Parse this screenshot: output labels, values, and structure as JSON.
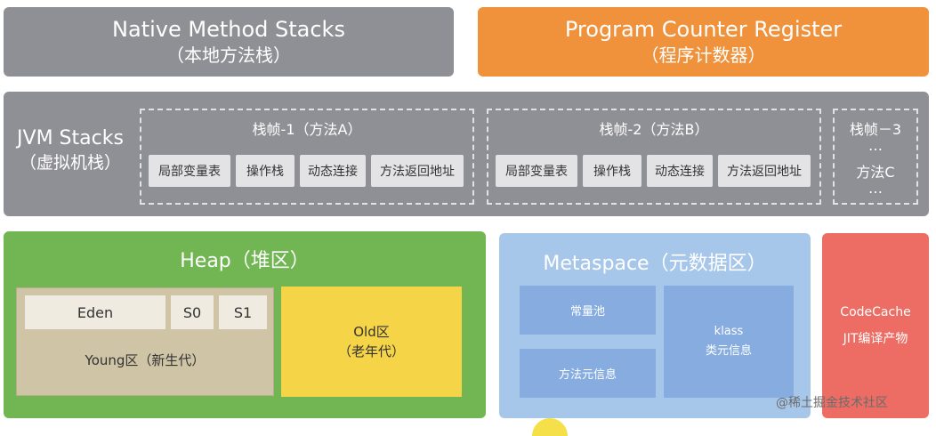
{
  "native": {
    "title": "Native Method Stacks",
    "subtitle": "（本地方法栈）"
  },
  "pcr": {
    "title": "Program Counter Register",
    "subtitle": "（程序计数器）"
  },
  "jvm": {
    "title": "JVM Stacks",
    "subtitle": "（虚拟机栈）",
    "frames": [
      {
        "title": "栈帧-1（方法A）",
        "items": [
          "局部变量表",
          "操作栈",
          "动态连接",
          "方法返回地址"
        ]
      },
      {
        "title": "栈帧-2（方法B）",
        "items": [
          "局部变量表",
          "操作栈",
          "动态连接",
          "方法返回地址"
        ]
      },
      {
        "title": "栈帧－3",
        "dots1": "…",
        "method": "方法C",
        "dots2": "…"
      }
    ]
  },
  "heap": {
    "title": "Heap（堆区）",
    "eden": "Eden",
    "s0": "S0",
    "s1": "S1",
    "young": "Young区（新生代）",
    "old_title": "Old区",
    "old_sub": "（老年代）"
  },
  "meta": {
    "title": "Metaspace（元数据区）",
    "pool": "常量池",
    "method": "方法元信息",
    "klass": "klass",
    "klass_sub": "类元信息"
  },
  "codecache": {
    "title": "CodeCache",
    "sub": "JIT编译产物"
  },
  "watermark": "@稀土掘金技术社区",
  "colors": {
    "gray": "#8f8f96",
    "orange": "#f0923b",
    "green": "#71b653",
    "blue": "#a7c7ea",
    "red": "#ed6d64",
    "yellow": "#f6d448"
  }
}
